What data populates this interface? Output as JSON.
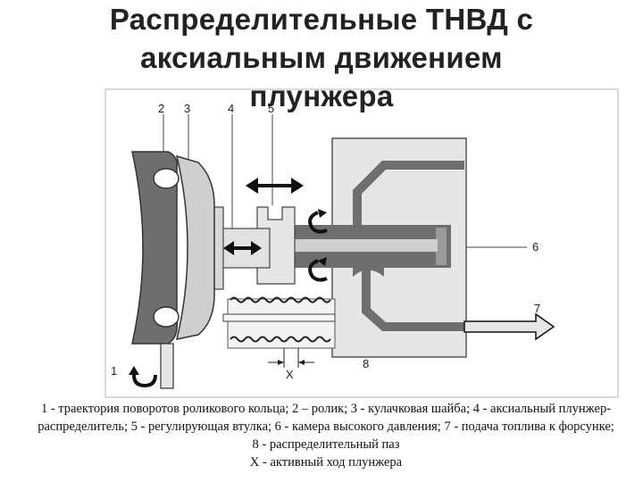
{
  "title": {
    "line1": "Распределительные ТНВД с",
    "line2": "аксиальным движением",
    "line3": "плунжера"
  },
  "labels": {
    "n1": "1",
    "n2": "2",
    "n3": "3",
    "n4": "4",
    "n5": "5",
    "n6": "6",
    "n7": "7",
    "n8": "8",
    "x": "X"
  },
  "caption": {
    "text": "1 - траектория поворотов роликового кольца; 2 – ролик; 3 - кулачковая шайба; 4 - аксиальный плунжер-распределитель; 5 - регулирующая втулка; 6 - камера высокого давления; 7 - подача топлива к форсунке; 8 - распределительный паз",
    "x_note": "Х - активный ход плунжера"
  },
  "colors": {
    "body_gray": "#e6e6e6",
    "dark_gray": "#6e6e6e",
    "plunger": "#cfcfcf",
    "frame": "#9a9a9a"
  }
}
